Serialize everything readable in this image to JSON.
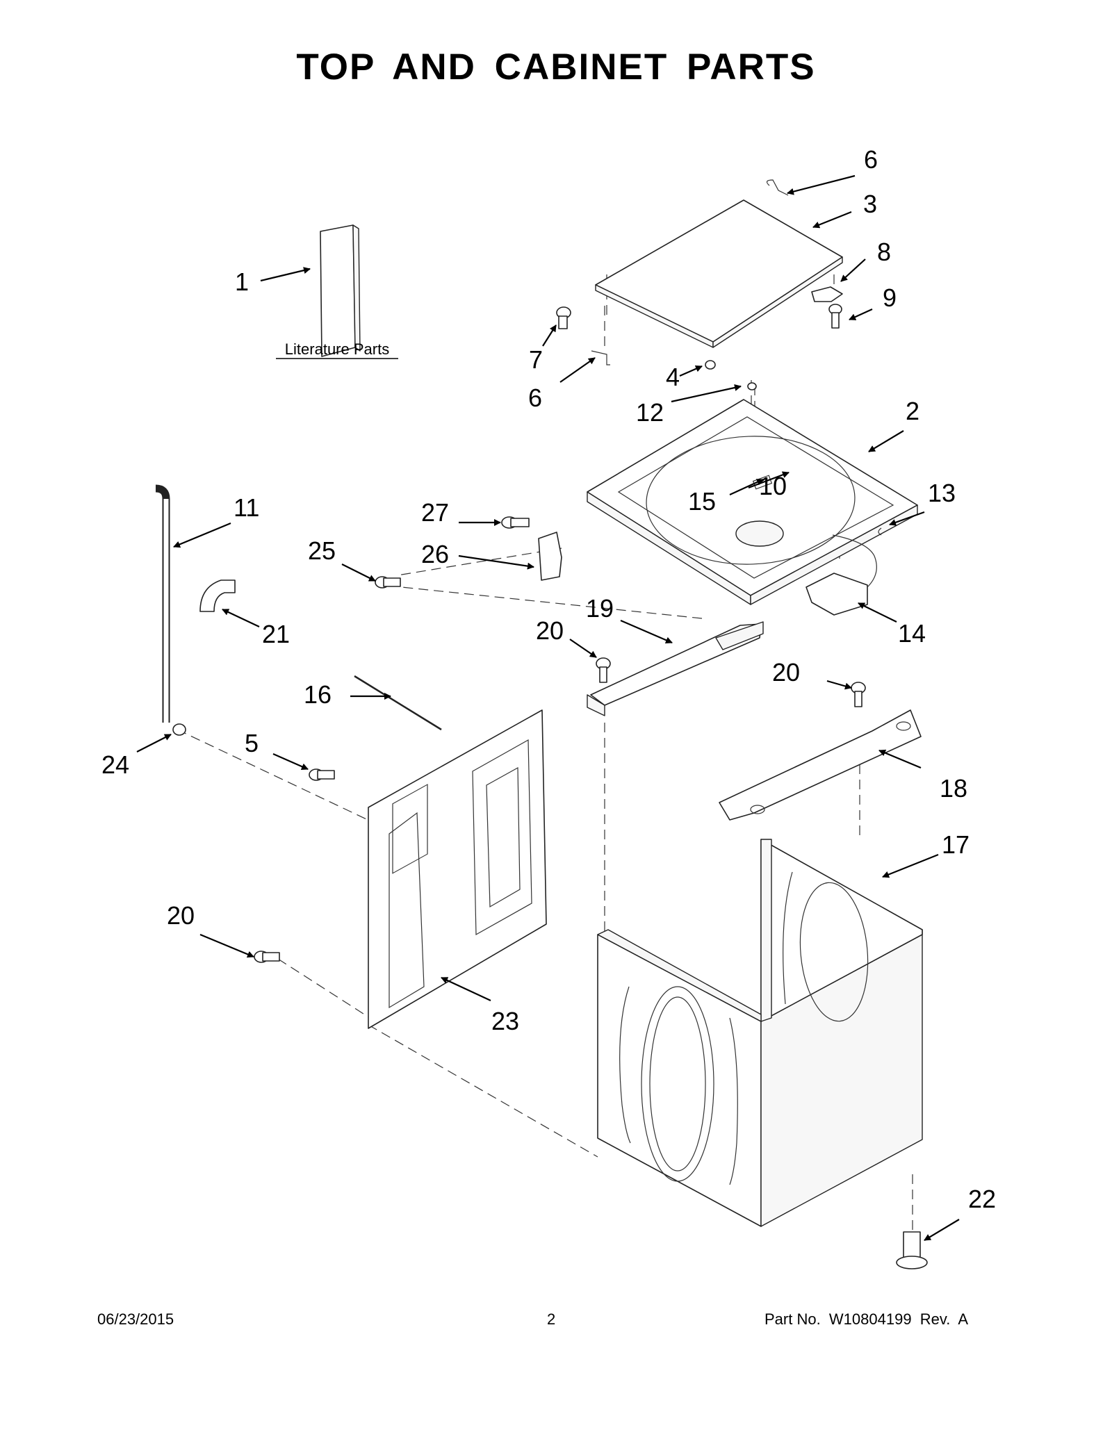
{
  "page": {
    "title": "TOP AND CABINET PARTS",
    "footer_date": "06/23/2015",
    "footer_page": "2",
    "footer_part": "Part No.  W10804199  Rev.  A"
  },
  "literature_label": "Literature Parts",
  "callouts": [
    {
      "id": "c1",
      "num": "1"
    },
    {
      "id": "c2",
      "num": "2"
    },
    {
      "id": "c3",
      "num": "3"
    },
    {
      "id": "c4",
      "num": "4"
    },
    {
      "id": "c5",
      "num": "5"
    },
    {
      "id": "c6a",
      "num": "6"
    },
    {
      "id": "c6b",
      "num": "6"
    },
    {
      "id": "c7",
      "num": "7"
    },
    {
      "id": "c8",
      "num": "8"
    },
    {
      "id": "c9",
      "num": "9"
    },
    {
      "id": "c10",
      "num": "10"
    },
    {
      "id": "c11",
      "num": "11"
    },
    {
      "id": "c12",
      "num": "12"
    },
    {
      "id": "c13",
      "num": "13"
    },
    {
      "id": "c14",
      "num": "14"
    },
    {
      "id": "c15",
      "num": "15"
    },
    {
      "id": "c16",
      "num": "16"
    },
    {
      "id": "c17",
      "num": "17"
    },
    {
      "id": "c18",
      "num": "18"
    },
    {
      "id": "c19",
      "num": "19"
    },
    {
      "id": "c20a",
      "num": "20"
    },
    {
      "id": "c20b",
      "num": "20"
    },
    {
      "id": "c20c",
      "num": "20"
    },
    {
      "id": "c21",
      "num": "21"
    },
    {
      "id": "c22",
      "num": "22"
    },
    {
      "id": "c23",
      "num": "23"
    },
    {
      "id": "c24",
      "num": "24"
    },
    {
      "id": "c25",
      "num": "25"
    },
    {
      "id": "c26",
      "num": "26"
    },
    {
      "id": "c27",
      "num": "27"
    }
  ]
}
